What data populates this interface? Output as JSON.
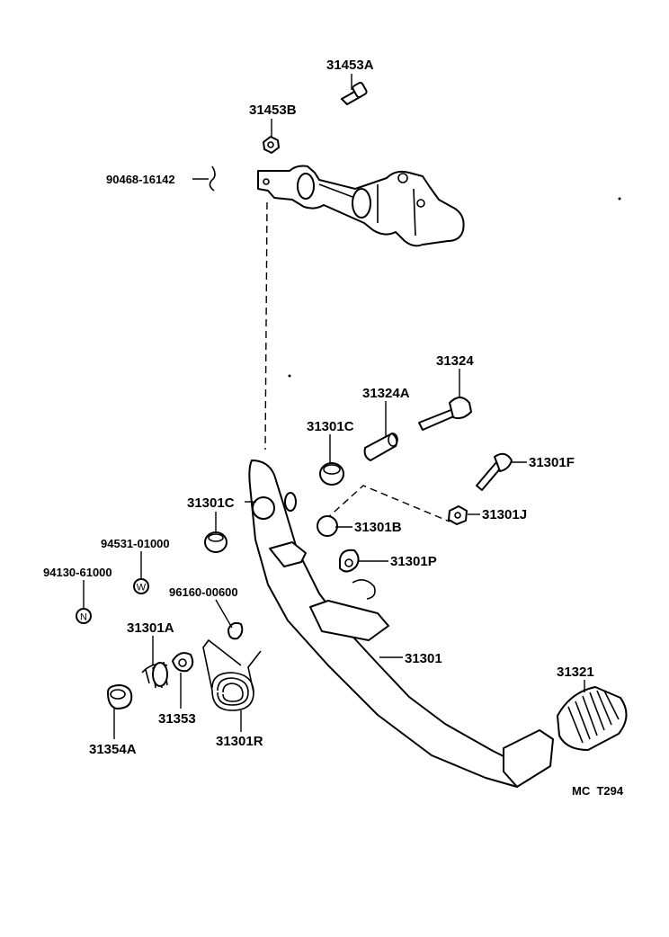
{
  "labels": {
    "p31453A": "31453A",
    "p31453B": "31453B",
    "p90468": "90468-16142",
    "p31324": "31324",
    "p31324A": "31324A",
    "p31301C_top": "31301C",
    "p31301F": "31301F",
    "p31301C_left": "31301C",
    "p31301J": "31301J",
    "p31301B": "31301B",
    "p94531": "94531-01000",
    "p31301P": "31301P",
    "p94130": "94130-61000",
    "p96160": "96160-00600",
    "p31301A": "31301A",
    "p31301": "31301",
    "p31321": "31321",
    "p31353": "31353",
    "p31354A": "31354A",
    "p31301R": "31301R",
    "code": "MC  T294"
  },
  "symbols": {
    "washer": "W",
    "nut": "N"
  }
}
